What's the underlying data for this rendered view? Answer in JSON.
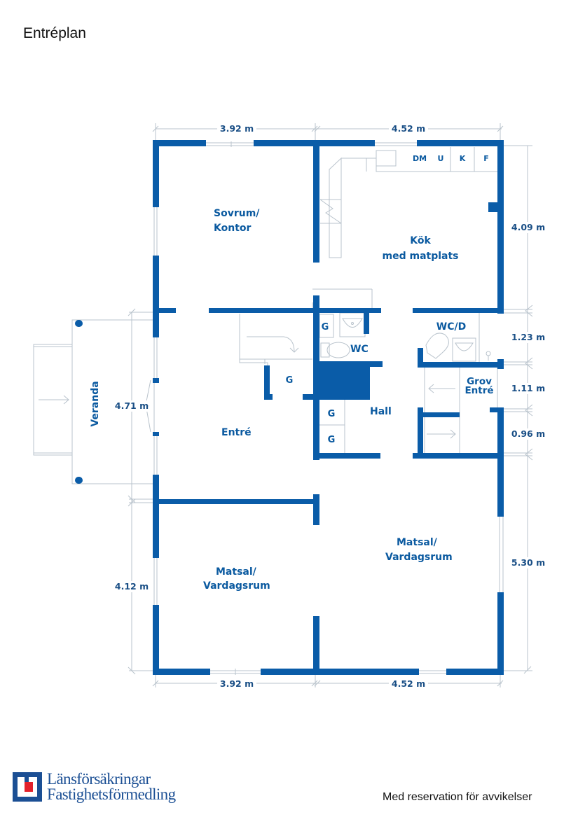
{
  "page": {
    "title": "Entréplan",
    "disclaimer": "Med reservation för avvikelser"
  },
  "brand": {
    "line1": "Länsförsäkringar",
    "line2": "Fastighetsförmedling",
    "colors": {
      "blue": "#1b4f94",
      "red": "#e3212b"
    }
  },
  "colors": {
    "wall": "#0a5ca8",
    "label": "#0b5aa0",
    "dimension": "#1a4f86",
    "thin_line": "#b9c3cc"
  },
  "rooms": {
    "sovrum": {
      "line1": "Sovrum/",
      "line2": "Kontor"
    },
    "kok": {
      "line1": "Kök",
      "line2": "med matplats"
    },
    "wc": "WC",
    "wcd": "WC/D",
    "grov": {
      "line1": "Grov",
      "line2": "Entré"
    },
    "hall": "Hall",
    "entre": "Entré",
    "veranda": "Veranda",
    "matsal_left": {
      "line1": "Matsal/",
      "line2": "Vardagsrum"
    },
    "matsal_right": {
      "line1": "Matsal/",
      "line2": "Vardagsrum"
    }
  },
  "fixtures": {
    "appliances": [
      "DM",
      "U",
      "K",
      "F"
    ],
    "closet": "G"
  },
  "dimensions": {
    "top_left": "3.92 m",
    "top_right": "4.52 m",
    "bottom_left": "3.92 m",
    "bottom_right": "4.52 m",
    "right_1": "4.09 m",
    "right_2": "1.23 m",
    "right_3": "1.11 m",
    "right_4": "0.96 m",
    "right_5": "5.30 m",
    "left_upper": "4.71 m",
    "left_lower": "4.12 m"
  }
}
